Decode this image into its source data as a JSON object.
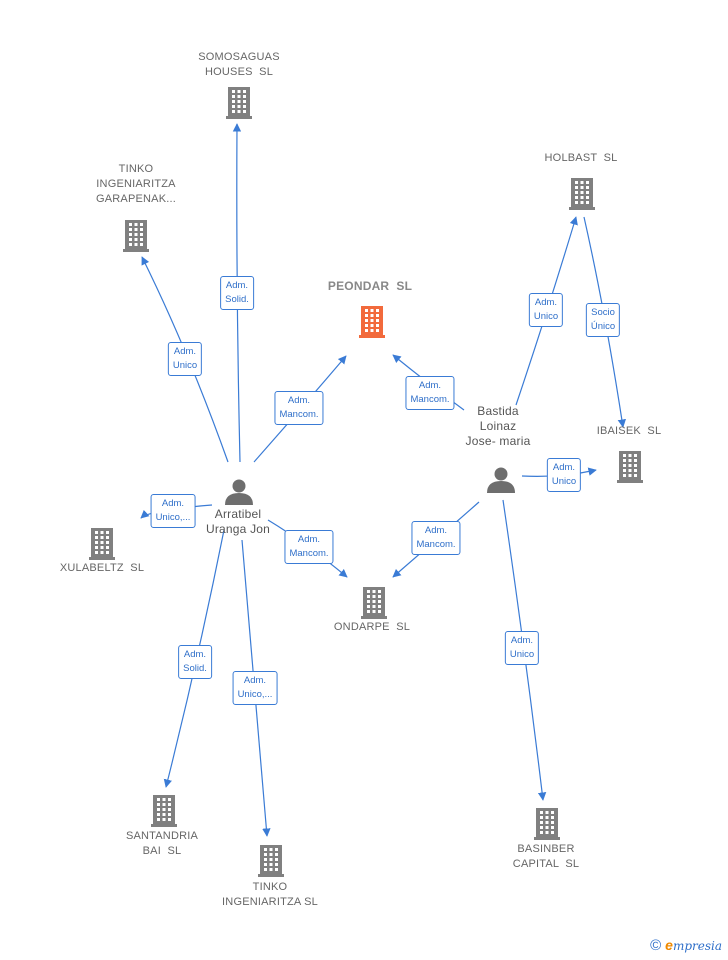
{
  "colors": {
    "edge": "#3a7bd5",
    "company": "#808080",
    "focus": "#f26a3c",
    "person": "#6e6e6e"
  },
  "nodes": [
    {
      "id": "somosaguas",
      "label": "SOMOSAGUAS\nHOUSES  SL",
      "kind": "company"
    },
    {
      "id": "tinko_g",
      "label": "TINKO\nINGENIARITZA\nGARAPENAK...",
      "kind": "company"
    },
    {
      "id": "peondar",
      "label": "PEONDAR  SL",
      "kind": "focus"
    },
    {
      "id": "holbast",
      "label": "HOLBAST  SL",
      "kind": "company"
    },
    {
      "id": "ibaisek",
      "label": "IBAISEK  SL",
      "kind": "company"
    },
    {
      "id": "xulabeltz",
      "label": "XULABELTZ  SL",
      "kind": "company"
    },
    {
      "id": "ondarpe",
      "label": "ONDARPE  SL",
      "kind": "company"
    },
    {
      "id": "santandria",
      "label": "SANTANDRIA\nBAI  SL",
      "kind": "company"
    },
    {
      "id": "tinko",
      "label": "TINKO\nINGENIARITZA SL",
      "kind": "company"
    },
    {
      "id": "basinber",
      "label": "BASINBER\nCAPITAL  SL",
      "kind": "company"
    },
    {
      "id": "arratibel",
      "label": "Arratibel\nUranga Jon",
      "kind": "person"
    },
    {
      "id": "bastida",
      "label": "Bastida\nLoinaz\nJose- maria",
      "kind": "person"
    }
  ],
  "edges": [
    {
      "from": "arratibel",
      "to": "somosaguas",
      "label": "Adm.\nSolid."
    },
    {
      "from": "arratibel",
      "to": "tinko_g",
      "label": "Adm.\nUnico"
    },
    {
      "from": "arratibel",
      "to": "peondar",
      "label": "Adm.\nMancom."
    },
    {
      "from": "arratibel",
      "to": "xulabeltz",
      "label": "Adm.\nUnico,..."
    },
    {
      "from": "arratibel",
      "to": "ondarpe",
      "label": "Adm.\nMancom."
    },
    {
      "from": "arratibel",
      "to": "santandria",
      "label": "Adm.\nSolid."
    },
    {
      "from": "arratibel",
      "to": "tinko",
      "label": "Adm.\nUnico,..."
    },
    {
      "from": "bastida",
      "to": "peondar",
      "label": "Adm.\nMancom."
    },
    {
      "from": "bastida",
      "to": "holbast",
      "label": "Adm.\nUnico"
    },
    {
      "from": "holbast",
      "to": "ibaisek",
      "label": "Socio\nÚnico"
    },
    {
      "from": "bastida",
      "to": "ibaisek",
      "label": "Adm.\nUnico"
    },
    {
      "from": "bastida",
      "to": "ondarpe",
      "label": "Adm.\nMancom."
    },
    {
      "from": "bastida",
      "to": "basinber",
      "label": "Adm.\nUnico"
    }
  ],
  "footer": {
    "symbol": "©",
    "brand_initial": "e",
    "brand_rest": "mpresia"
  }
}
